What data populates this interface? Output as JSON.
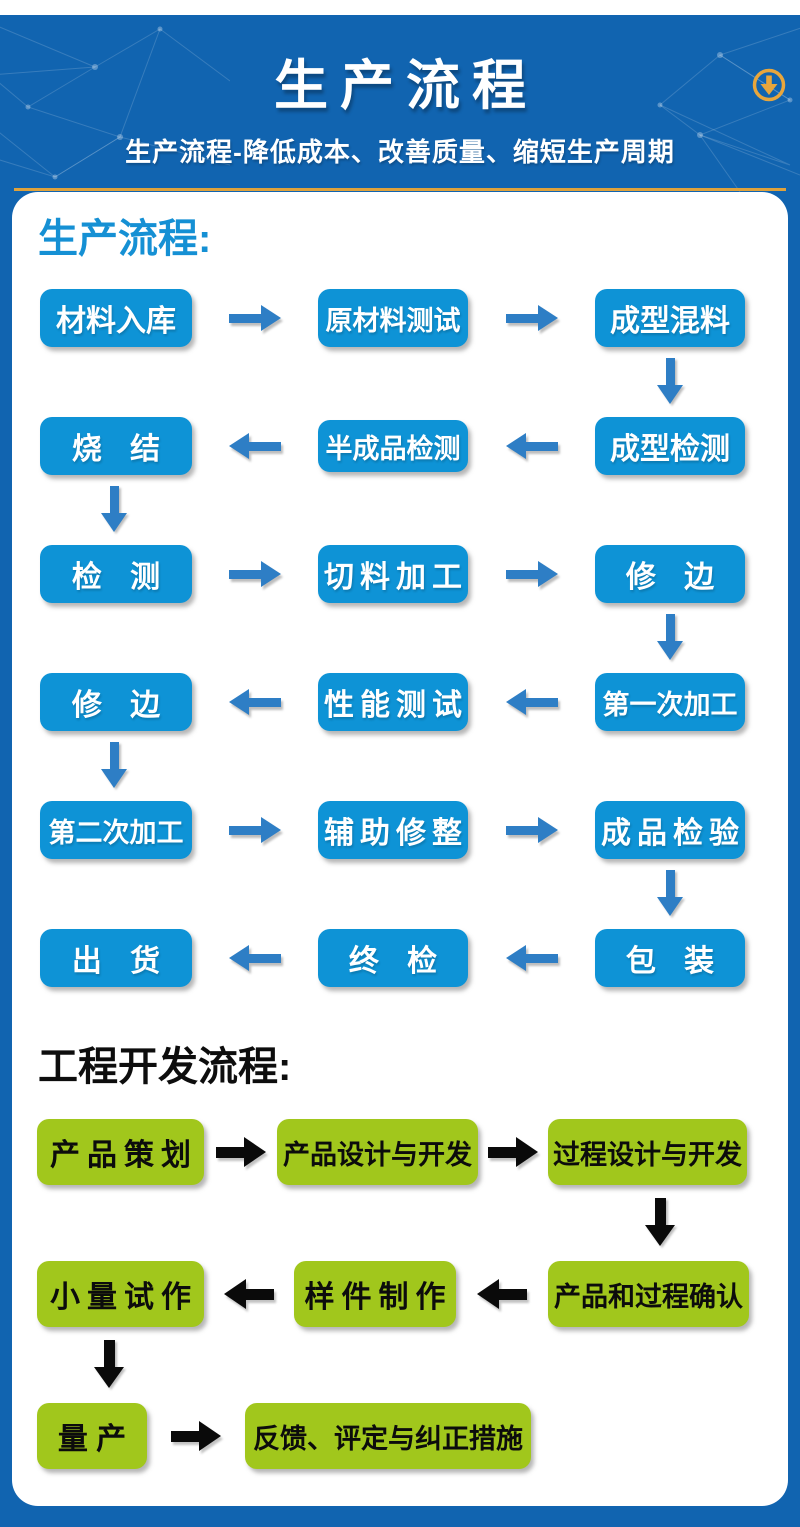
{
  "colors": {
    "page_blue": "#1164b0",
    "box_blue": "#0e93d6",
    "arrow_blue": "#2e7ec5",
    "heading_blue": "#1590d4",
    "accent_gold": "#dfa23c",
    "box_green": "#a1c71c",
    "arrow_black": "#0a0a0a"
  },
  "header": {
    "title": "生产流程",
    "subtitle": "生产流程-降低成本、改善质量、缩短生产周期",
    "scroll_icon": "circled-down-arrow"
  },
  "production_flow": {
    "heading": "生产流程:",
    "rows": [
      {
        "direction": "right",
        "boxes": [
          "材料入库",
          "原材料测试",
          "成型混料"
        ]
      },
      {
        "direction": "left",
        "boxes": [
          "烧 结",
          "半成品检测",
          "成型检测"
        ]
      },
      {
        "direction": "right",
        "boxes": [
          "检 测",
          "切料加工",
          "修 边"
        ]
      },
      {
        "direction": "left",
        "boxes": [
          "修 边",
          "性能测试",
          "第一次加工"
        ]
      },
      {
        "direction": "right",
        "boxes": [
          "第二次加工",
          "辅助修整",
          "成品检验"
        ]
      },
      {
        "direction": "left",
        "boxes": [
          "出 货",
          "终 检",
          "包 装"
        ]
      }
    ],
    "connectors": [
      "down-right",
      "down-left",
      "down-right",
      "down-left",
      "down-right"
    ]
  },
  "engineering_flow": {
    "heading": "工程开发流程:",
    "rows": [
      {
        "direction": "right",
        "boxes": [
          "产品策划",
          "产品设计与开发",
          "过程设计与开发"
        ]
      },
      {
        "direction": "left",
        "boxes": [
          "小量试作",
          "样件制作",
          "产品和过程确认"
        ]
      },
      {
        "direction": "right",
        "boxes": [
          "量 产",
          "反馈、评定与纠正措施"
        ]
      }
    ],
    "connectors": [
      "down-right",
      "down-left"
    ]
  }
}
